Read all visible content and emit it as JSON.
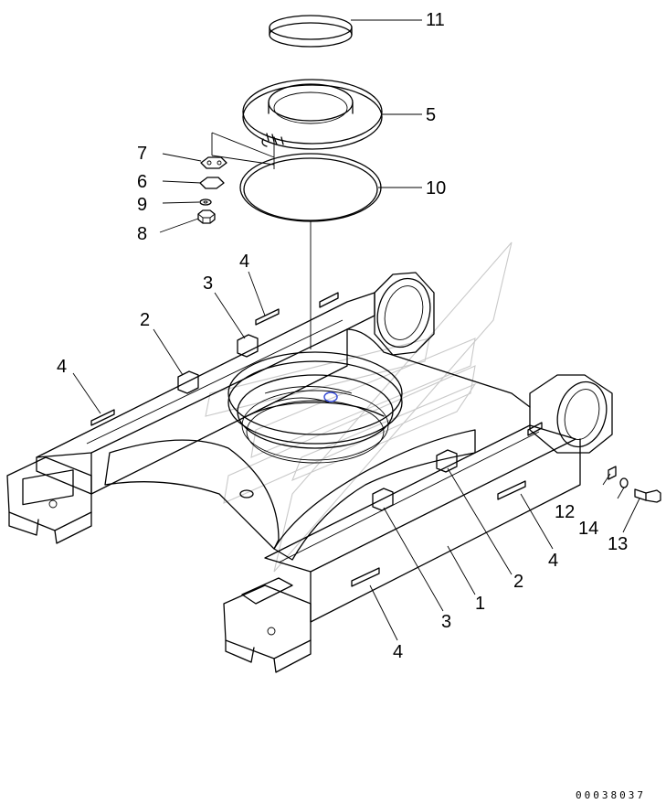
{
  "callouts": {
    "c11": "11",
    "c5": "5",
    "c10": "10",
    "c7": "7",
    "c6": "6",
    "c9": "9",
    "c8": "8",
    "c4a": "4",
    "c3a": "3",
    "c2a": "2",
    "c4b": "4",
    "c12": "12",
    "c14": "14",
    "c13": "13",
    "c2b": "2",
    "c4c": "4",
    "c1": "1",
    "c3b": "3",
    "c4d": "4"
  },
  "drawing_id": "00038037",
  "colors": {
    "line": "#000000",
    "watermark": "#c9c9c9",
    "background": "#ffffff",
    "grease_fitting": "#3a4fd6"
  }
}
